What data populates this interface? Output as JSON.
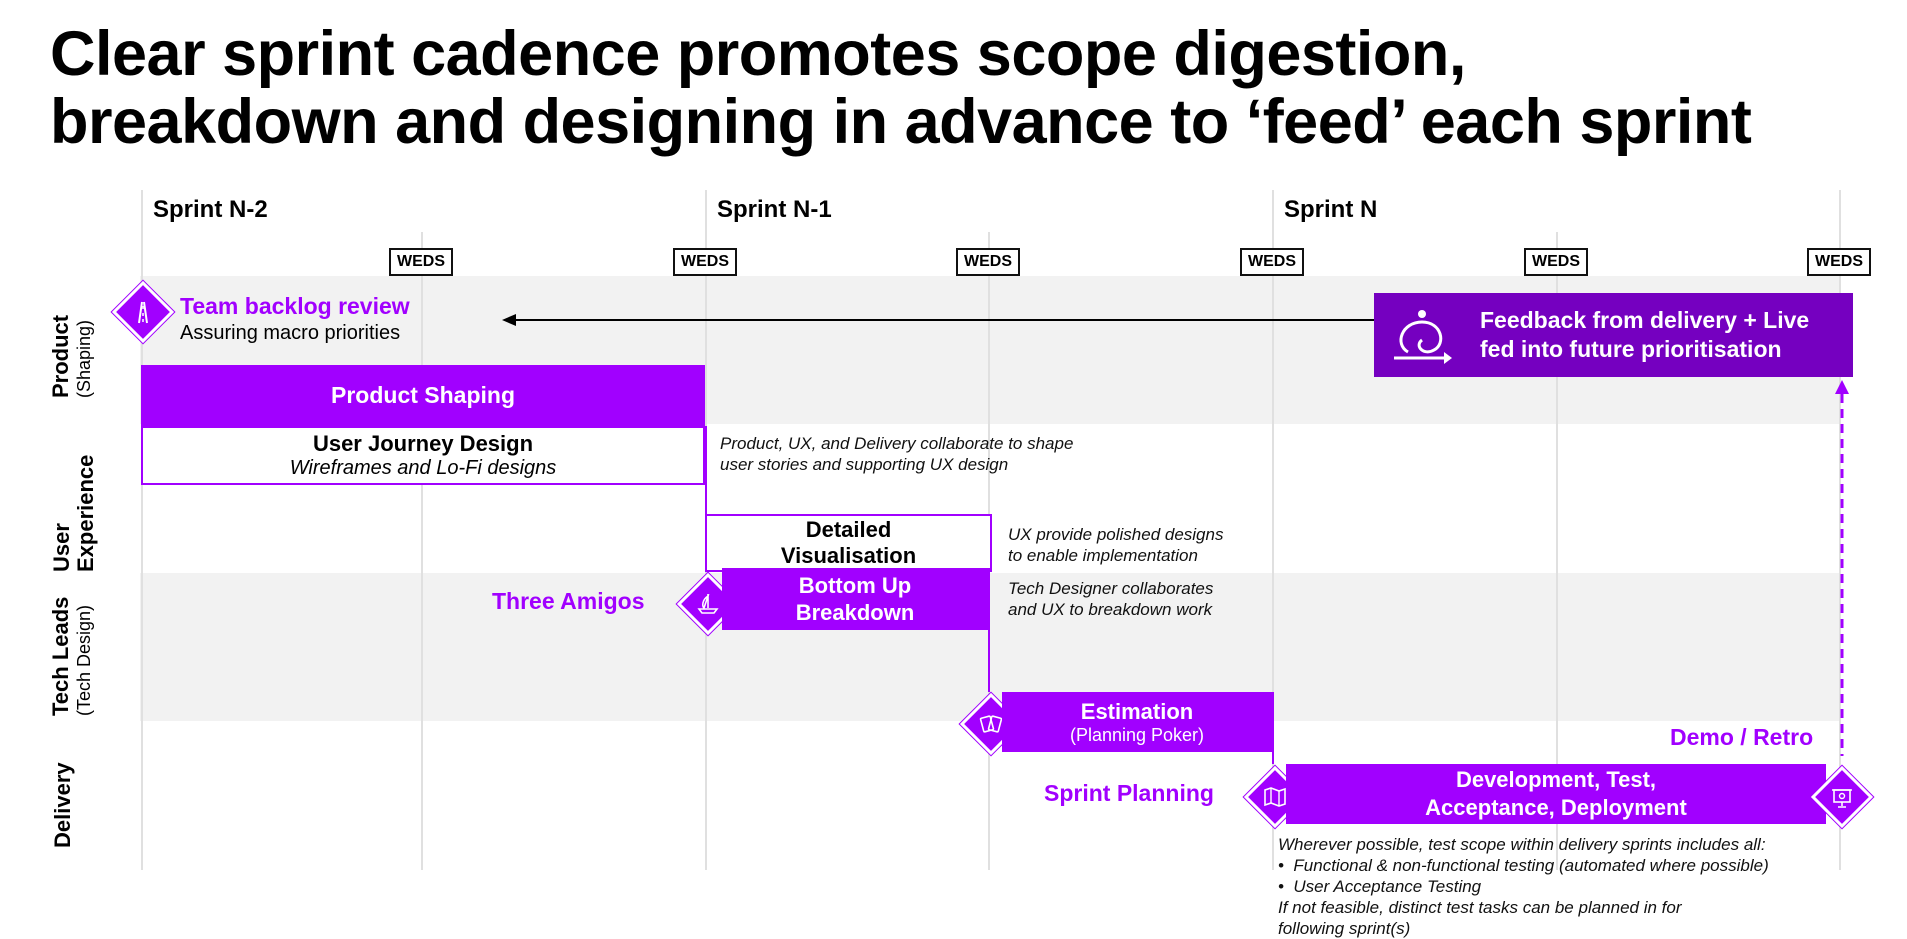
{
  "title_line1": "Clear sprint cadence promotes scope digestion,",
  "title_line2": "breakdown and designing in advance to ‘feed’ each sprint",
  "sprints": [
    "Sprint N-2",
    "Sprint N-1",
    "Sprint N"
  ],
  "weds_label": "WEDS",
  "lanes": {
    "product": {
      "title": "Product",
      "sub": "(Shaping)"
    },
    "ux": {
      "title": "User Experience"
    },
    "tech": {
      "title": "Tech Leads",
      "sub": "(Tech Design)"
    },
    "delivery": {
      "title": "Delivery"
    }
  },
  "backlog": {
    "title": "Team backlog review",
    "sub": "Assuring macro priorities"
  },
  "feedback": {
    "line1": "Feedback from delivery + Live",
    "line2": "fed into future prioritisation"
  },
  "product_shaping": "Product Shaping",
  "ujd": {
    "title": "User Journey Design",
    "sub": "Wireframes and Lo-Fi designs"
  },
  "collab_note": {
    "line1": "Product, UX, and Delivery collaborate to shape",
    "line2": "user stories and supporting UX design"
  },
  "detailed_vis": {
    "line1": "Detailed",
    "line2": "Visualisation"
  },
  "ux_note": {
    "line1": "UX provide polished designs",
    "line2": "to enable implementation"
  },
  "three_amigos": "Three Amigos",
  "bottom_up": {
    "line1": "Bottom Up",
    "line2": "Breakdown"
  },
  "tech_note": {
    "line1": "Tech Designer collaborates",
    "line2": "and UX to breakdown work"
  },
  "estimation": {
    "title": "Estimation",
    "sub": "(Planning Poker)"
  },
  "sprint_planning": "Sprint Planning",
  "demo_retro": "Demo / Retro",
  "development": {
    "line1": "Development, Test,",
    "line2": "Acceptance, Deployment"
  },
  "test_note": {
    "line1": "Wherever possible, test scope within delivery sprints includes all:",
    "bullet1": "Functional & non-functional testing (automated where possible)",
    "bullet2": "User Acceptance Testing",
    "line4": "If not feasible, distinct test tasks can be planned in for",
    "line5": "following sprint(s)"
  },
  "colors": {
    "accent": "#a100ff",
    "band": "#f2f2f2",
    "feedback_box": "#7500c0"
  },
  "icons": [
    "road-icon",
    "loop-arrow-icon",
    "sailboat-icon",
    "cards-icon",
    "map-pin-icon",
    "presentation-board-icon"
  ]
}
